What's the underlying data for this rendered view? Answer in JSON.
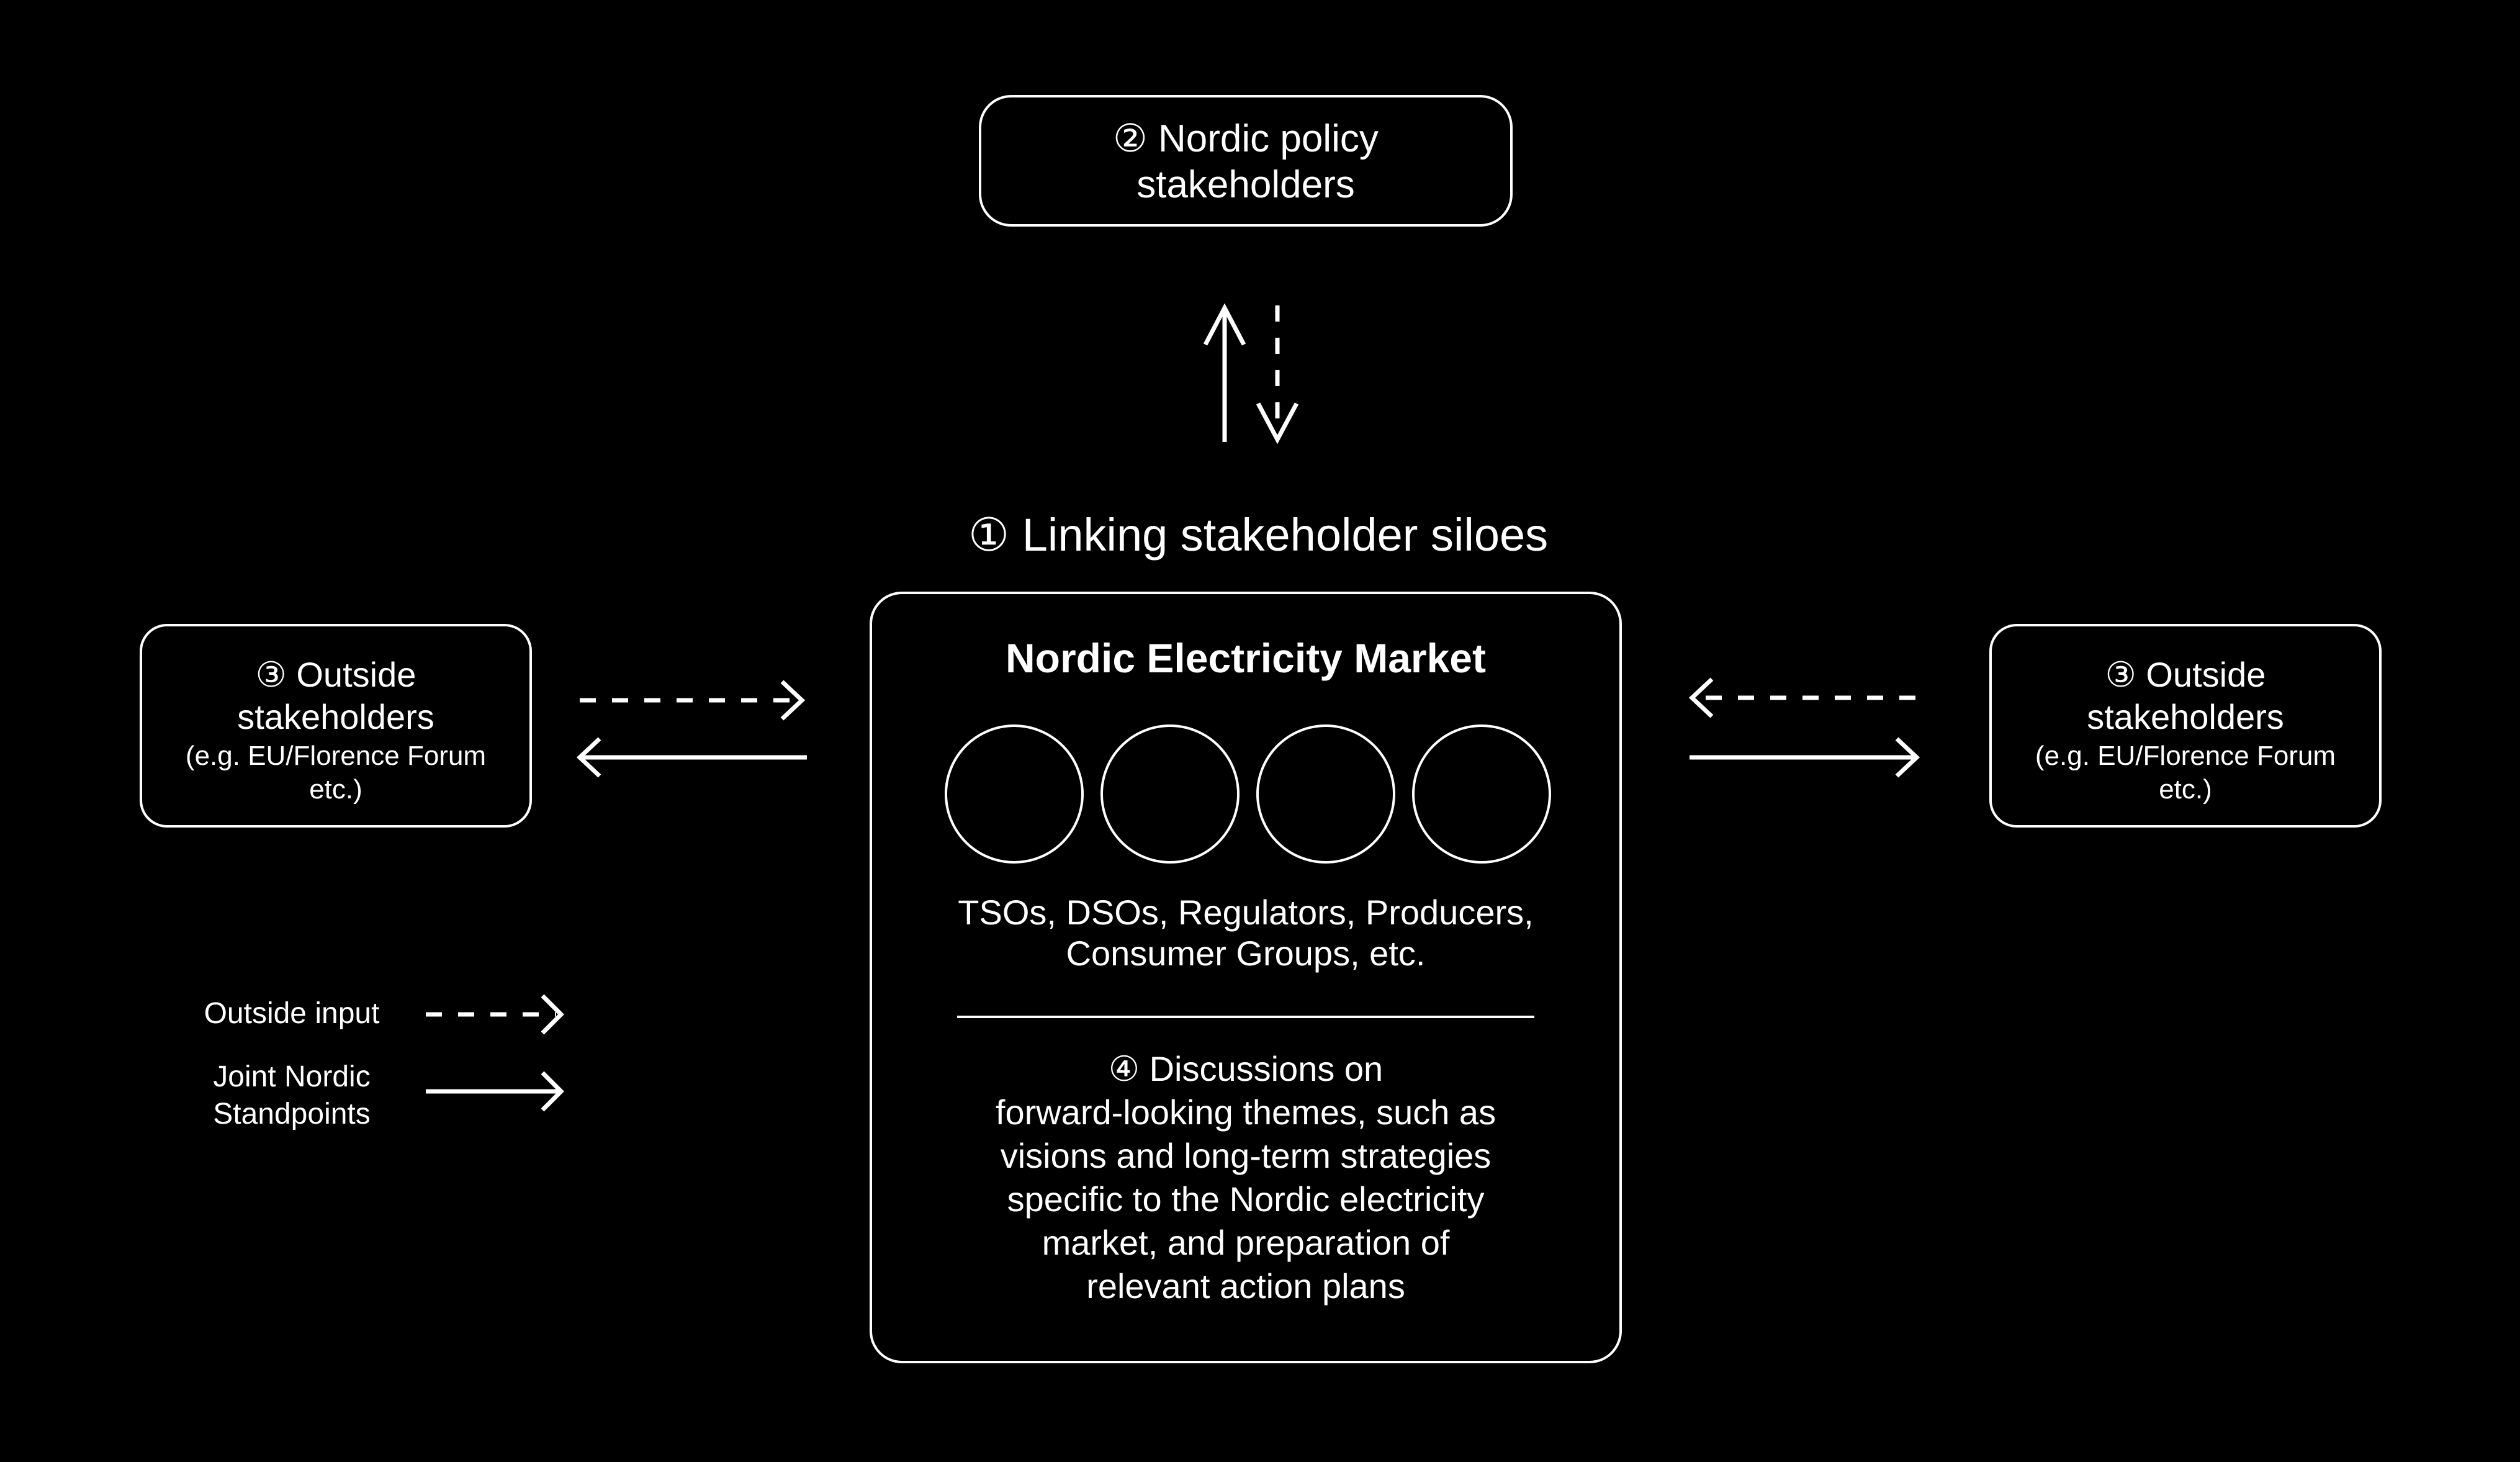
{
  "colors": {
    "background": "#000000",
    "foreground": "#ffffff"
  },
  "top_box": {
    "number": "②",
    "line1": "Nordic policy",
    "line2": "stakeholders"
  },
  "linking": {
    "number": "①",
    "title": "Linking stakeholder siloes"
  },
  "center_box": {
    "title": "Nordic Electricity Market",
    "circles_count": 4,
    "members_line1": "TSOs, DSOs, Regulators, Producers,",
    "members_line2": "Consumer Groups, etc.",
    "discussion_number": "④",
    "discussion_lines": [
      "Discussions on",
      "forward-looking themes, such as",
      "visions and long-term strategies",
      "specific to the Nordic electricity",
      "market, and preparation of",
      "relevant action plans"
    ]
  },
  "left_box": {
    "number": "③",
    "line1": "Outside",
    "line2": "stakeholders",
    "line3": "(e.g. EU/Florence Forum",
    "line4": "etc.)"
  },
  "right_box": {
    "number": "③",
    "line1": "Outside",
    "line2": "stakeholders",
    "line3": "(e.g. EU/Florence Forum",
    "line4": "etc.)"
  },
  "legend": {
    "outside_input": "Outside input",
    "joint_line1": "Joint Nordic",
    "joint_line2": "Standpoints"
  }
}
